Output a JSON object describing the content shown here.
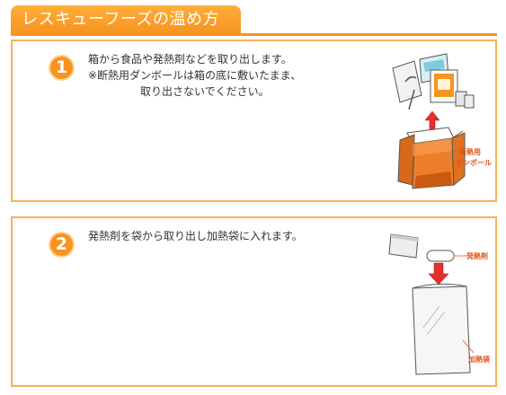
{
  "header": {
    "title": "レスキューフーズの温め方"
  },
  "steps": [
    {
      "number": "1",
      "lines": [
        "箱から食品や発熱剤などを取り出します。",
        "※断熱用ダンボールは箱の底に敷いたまま、",
        "取り出さないでください。"
      ],
      "illustration_labels": [
        "断熱用",
        "ダンボール"
      ]
    },
    {
      "number": "2",
      "lines": [
        "発熱剤を袋から取り出し加熱袋に入れます。"
      ],
      "illustration_labels": [
        "発熱剤",
        "加熱袋"
      ]
    }
  ],
  "colors": {
    "accent": "#f7931e",
    "panel_border": "#f9b05a",
    "label_red": "#e0561a"
  }
}
